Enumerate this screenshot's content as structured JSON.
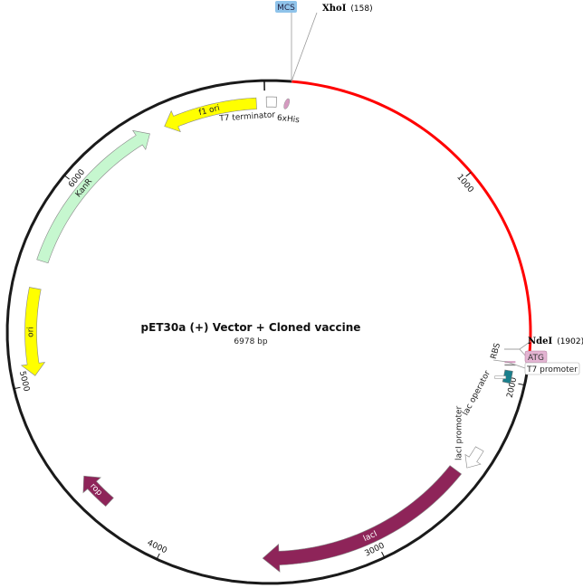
{
  "map": {
    "title": "pET30a (+) Vector + Cloned vaccine",
    "length_label": "6978 bp",
    "backbone_color": "#1a1a1a",
    "insert_color": "#ff0000"
  },
  "ticks": [
    "1000",
    "2000",
    "3000",
    "4000",
    "5000",
    "6000"
  ],
  "sites": {
    "xhoi": {
      "name": "XhoI",
      "pos": "(158)"
    },
    "ndei": {
      "name": "NdeI",
      "pos": "(1902)"
    },
    "mcs": {
      "label": "MCS",
      "color": "#8fc3ea"
    },
    "atg": {
      "label": "ATG",
      "color": "#e3b4d2"
    },
    "t7_promoter": {
      "label": "T7 promoter",
      "color": "#ffffff"
    }
  },
  "features": {
    "f1_ori": {
      "label": "f1 ori",
      "color": "#ffff00"
    },
    "t7_terminator": {
      "label": "T7 terminator",
      "color": "#ffffff"
    },
    "his": {
      "label": "6xHis",
      "color": "#d59ac0"
    },
    "kanr": {
      "label": "KanR",
      "color": "#c6f7cf"
    },
    "ori": {
      "label": "ori",
      "color": "#ffff00"
    },
    "rop": {
      "label": "rop",
      "color": "#8e2459"
    },
    "laci": {
      "label": "lacI",
      "color": "#8e2459"
    },
    "laci_promoter": {
      "label": "lacI promoter",
      "color": "#ffffff"
    },
    "lac_operator": {
      "label": "lac operator",
      "color": "#1b7f8c"
    },
    "rbs": {
      "label": "RBS",
      "color": "#d59ac0"
    }
  }
}
